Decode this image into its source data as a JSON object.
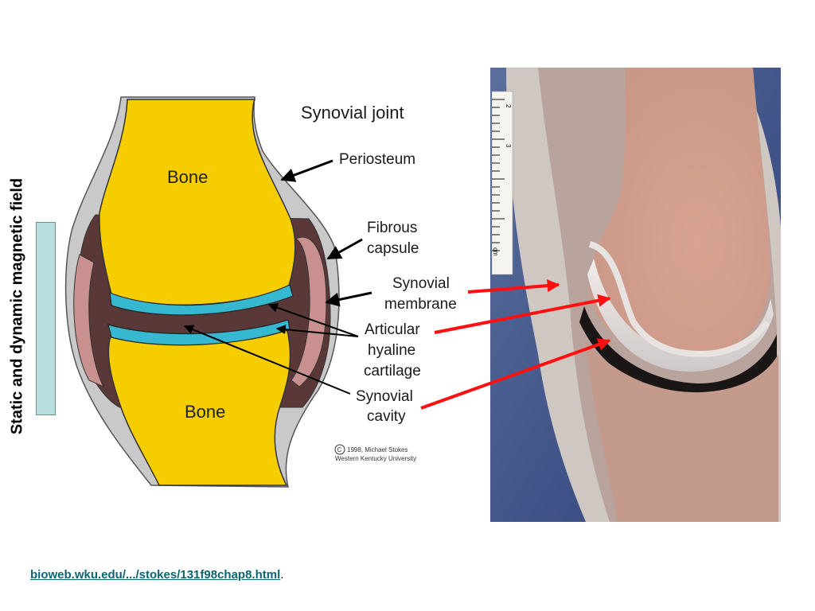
{
  "side_label": "Static and dynamic magnetic field",
  "diagram": {
    "title": "Synovial joint",
    "labels": {
      "bone_top": "Bone",
      "bone_bottom": "Bone",
      "periosteum": "Periosteum",
      "fibrous_1": "Fibrous",
      "fibrous_2": "capsule",
      "synovial_membrane_1": "Synovial",
      "synovial_membrane_2": "membrane",
      "articular_1": "Articular",
      "articular_2": "hyaline",
      "articular_3": "cartilage",
      "cavity_1": "Synovial",
      "cavity_2": "cavity"
    },
    "copyright_line1": "1998, Michael Stokes",
    "copyright_line2": "Western Kentucky University",
    "copyright_symbol": "C"
  },
  "photo": {
    "ruler_labels": [
      "2",
      "3"
    ],
    "ruler_unit": "cm"
  },
  "source_link": "bioweb.wku.edu/.../stokes/131f98chap8.html",
  "source_suffix": ".",
  "colors": {
    "bone": "#f5cd00",
    "cartilage": "#36b8d0",
    "cavity": "#5a3838",
    "arrow_red": "#ff1010",
    "field_bar": "#b9dede"
  }
}
